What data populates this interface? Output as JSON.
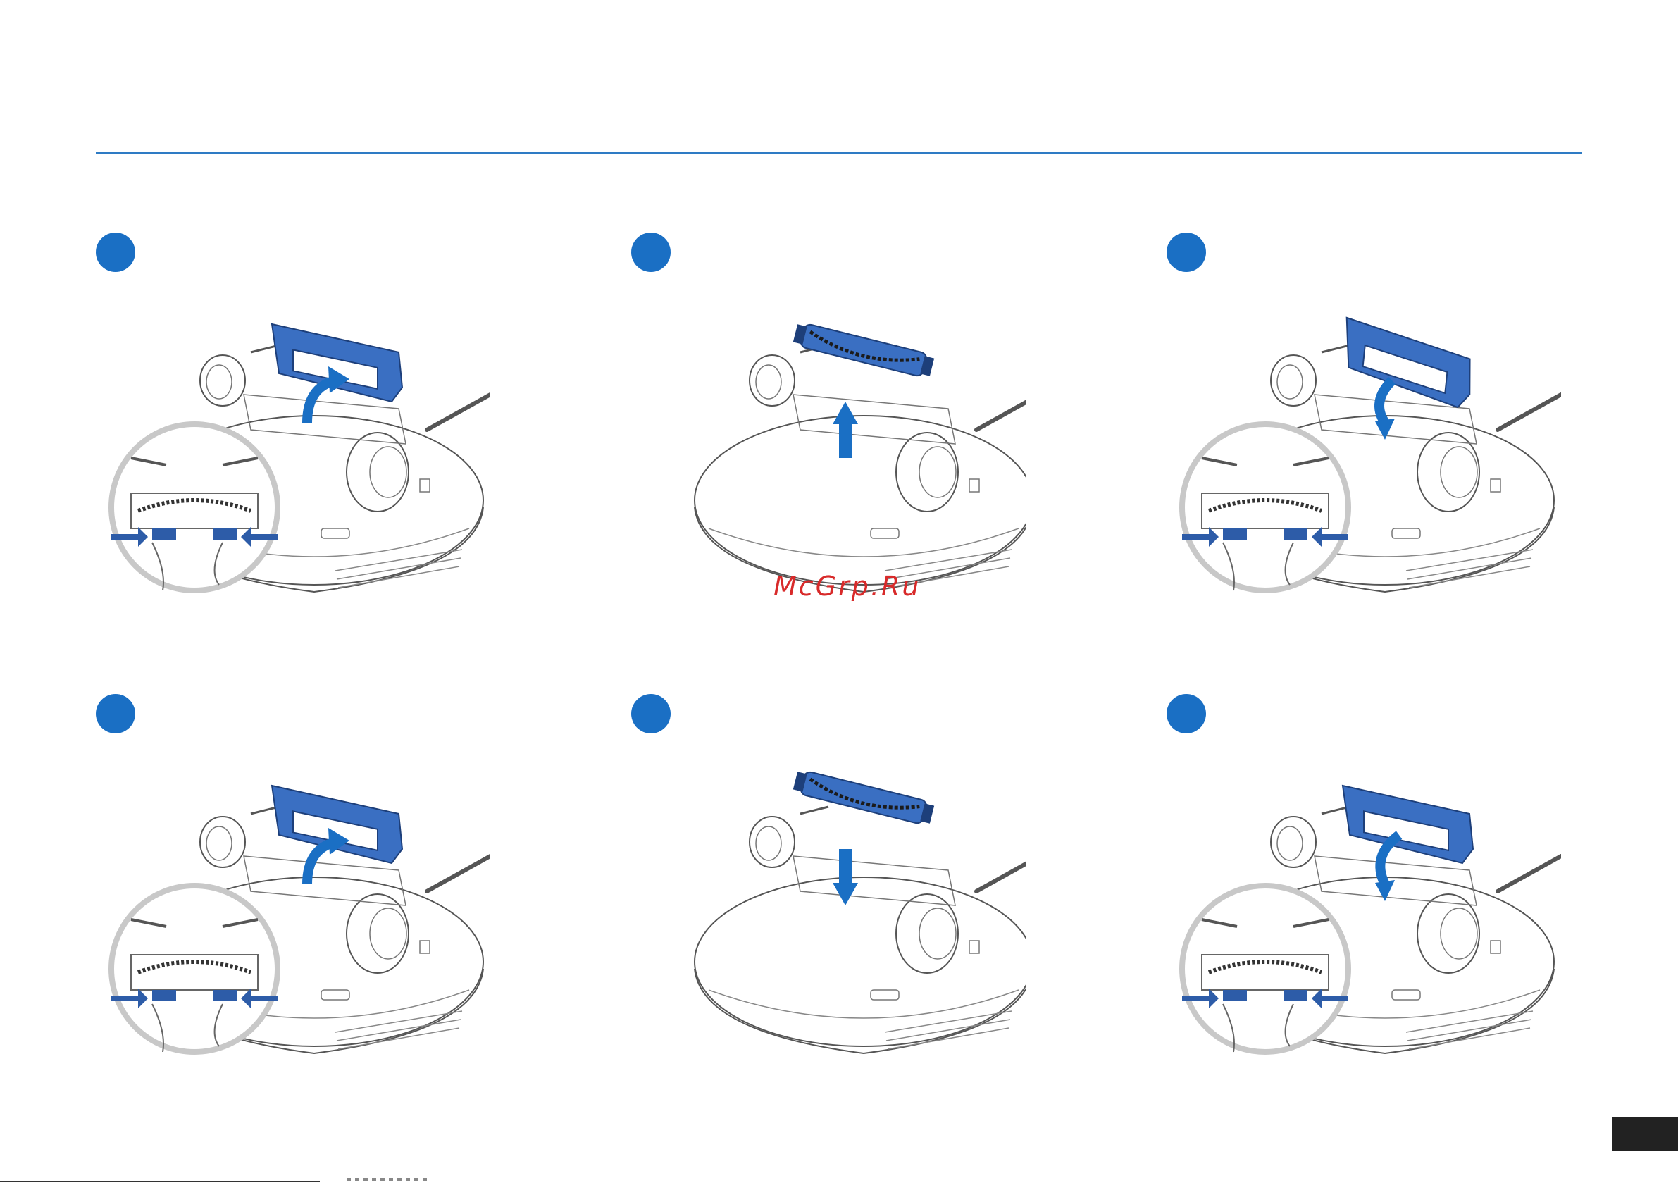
{
  "watermark": {
    "text": "McGrp.Ru",
    "color": "#d82a2a"
  },
  "colors": {
    "accent": "#1a6fc4",
    "rule": "#2e7bc4",
    "outline": "#555555",
    "lens": "#c8c8c8",
    "part": "#2d5ca8"
  },
  "steps": [
    {
      "id": 1,
      "illustration": "open-brush-guard-with-release-tabs",
      "icon": "curved-arrow-up-icon"
    },
    {
      "id": 2,
      "illustration": "lift-out-main-brush",
      "icon": "straight-arrow-up-icon"
    },
    {
      "id": 3,
      "illustration": "close-brush-guard-with-release-tabs",
      "icon": "curved-arrow-down-icon"
    },
    {
      "id": 4,
      "illustration": "open-brush-guard-empty-slot",
      "icon": "curved-arrow-up-icon"
    },
    {
      "id": 5,
      "illustration": "insert-main-brush",
      "icon": "straight-arrow-down-icon"
    },
    {
      "id": 6,
      "illustration": "close-brush-guard-over-brush",
      "icon": "curved-arrow-down-icon"
    }
  ]
}
